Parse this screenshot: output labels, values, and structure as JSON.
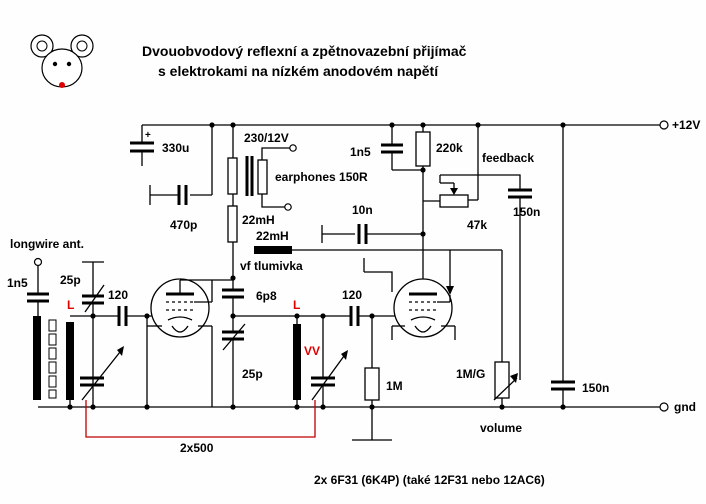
{
  "title": {
    "line1": "Dvouobvodový reflexní a zpětnovazební přijímač",
    "line2": "s elektrokami na nízkém anodovém napětí"
  },
  "rails": {
    "plus": "+12V",
    "gnd": "gnd"
  },
  "labels": {
    "c330u": "330u",
    "transformer": "230/12V",
    "earphones": "earphones 150R",
    "c470p": "470p",
    "l22mh_a": "22mH",
    "l22mh_b": "22mH",
    "vf": "vf tlumivka",
    "c1n5_top": "1n5",
    "r220k": "220k",
    "feedback": "feedback",
    "c10n": "10n",
    "r47k": "47k",
    "c150n_a": "150n",
    "longwire": "longwire ant.",
    "c1n5_left": "1n5",
    "c25p_a": "25p",
    "coil_l1": "L",
    "c120_a": "120",
    "c6p8": "6p8",
    "coil_l2": "L",
    "coil_vv": "VV",
    "c120_b": "120",
    "c25p_b": "25p",
    "r1m": "1M",
    "pot": "1M/G",
    "c150n_b": "150n",
    "volume": "volume",
    "gang": "2x500",
    "tubes": "2x 6F31 (6K4P)  (také 12F31 nebo 12AC6)"
  },
  "colors": {
    "ink": "#000000",
    "accent": "#e00000",
    "background": "#fefefe"
  },
  "icons": {
    "logo": "mouse-face-icon"
  }
}
